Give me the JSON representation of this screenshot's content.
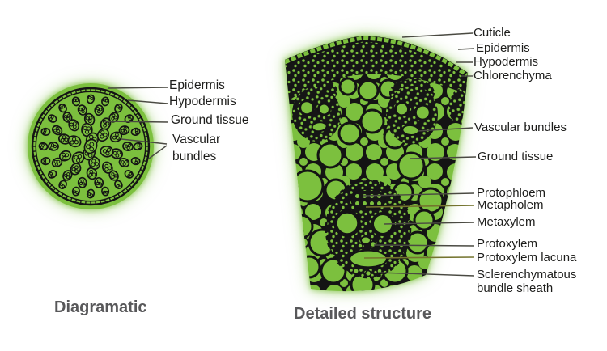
{
  "figure": {
    "background": "#ffffff",
    "colors": {
      "tissue_green": "#7cc03e",
      "ink": "#141414",
      "label_text": "#1d1d1b",
      "caption_gray": "#58585a",
      "leader_dark": "#4a4a42",
      "leader_olive": "#74742e"
    }
  },
  "diagramatic": {
    "caption": "Diagramatic",
    "labels": [
      "Epidermis",
      "Hypodermis",
      "Ground tissue",
      "Vascular\nbundles"
    ]
  },
  "detailed": {
    "caption": "Detailed structure",
    "labels": [
      "Cuticle",
      "Epidermis",
      "Hypodermis",
      "Chlorenchyma",
      "Vascular bundles",
      "Ground tissue",
      "Protophloem",
      "Metapholem",
      "Metaxylem",
      "Protoxylem",
      "Protoxylem lacuna",
      "Sclerenchymatous\nbundle sheath"
    ]
  }
}
